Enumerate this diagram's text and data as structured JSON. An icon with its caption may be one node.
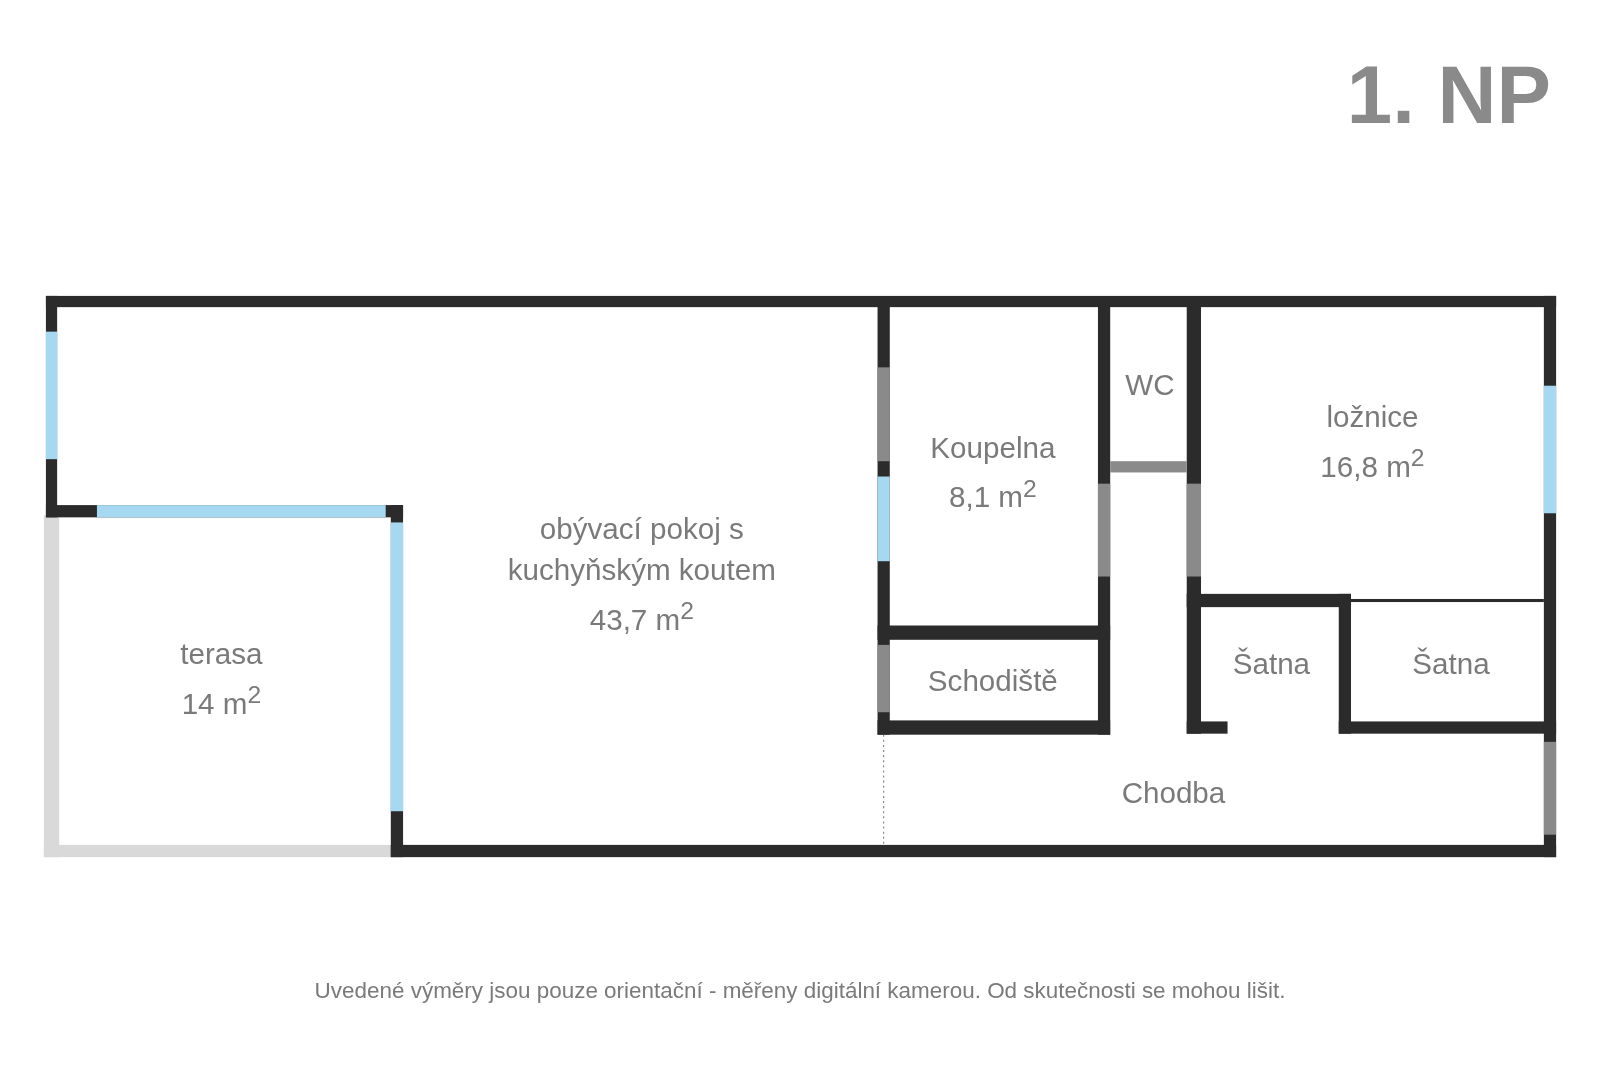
{
  "diagram": {
    "title": "1. NP",
    "caption": "Uvedené výměry jsou pouze orientační - měřeny digitální kamerou. Od skutečnosti se mohou lišit.",
    "nodes": [
      {
        "text": [
          "terasa",
          "14 m$^{2}$"
        ]
      },
      {
        "text": [
          "obývací pokoj s kuchyňským koutem",
          "43,7 m$^{2}$"
        ]
      },
      {
        "text": [
          "Koupelna",
          "8,1 m$^{2}$"
        ]
      },
      {
        "text": [
          "WC"
        ]
      },
      {
        "text": [
          "ložnice",
          "16,8 m$^{2}$"
        ]
      },
      {
        "text": [
          "Schodiště"
        ]
      },
      {
        "text": [
          "Šatna"
        ]
      },
      {
        "text": [
          "Šatna"
        ]
      },
      {
        "text": [
          "Chodba"
        ]
      }
    ]
  }
}
